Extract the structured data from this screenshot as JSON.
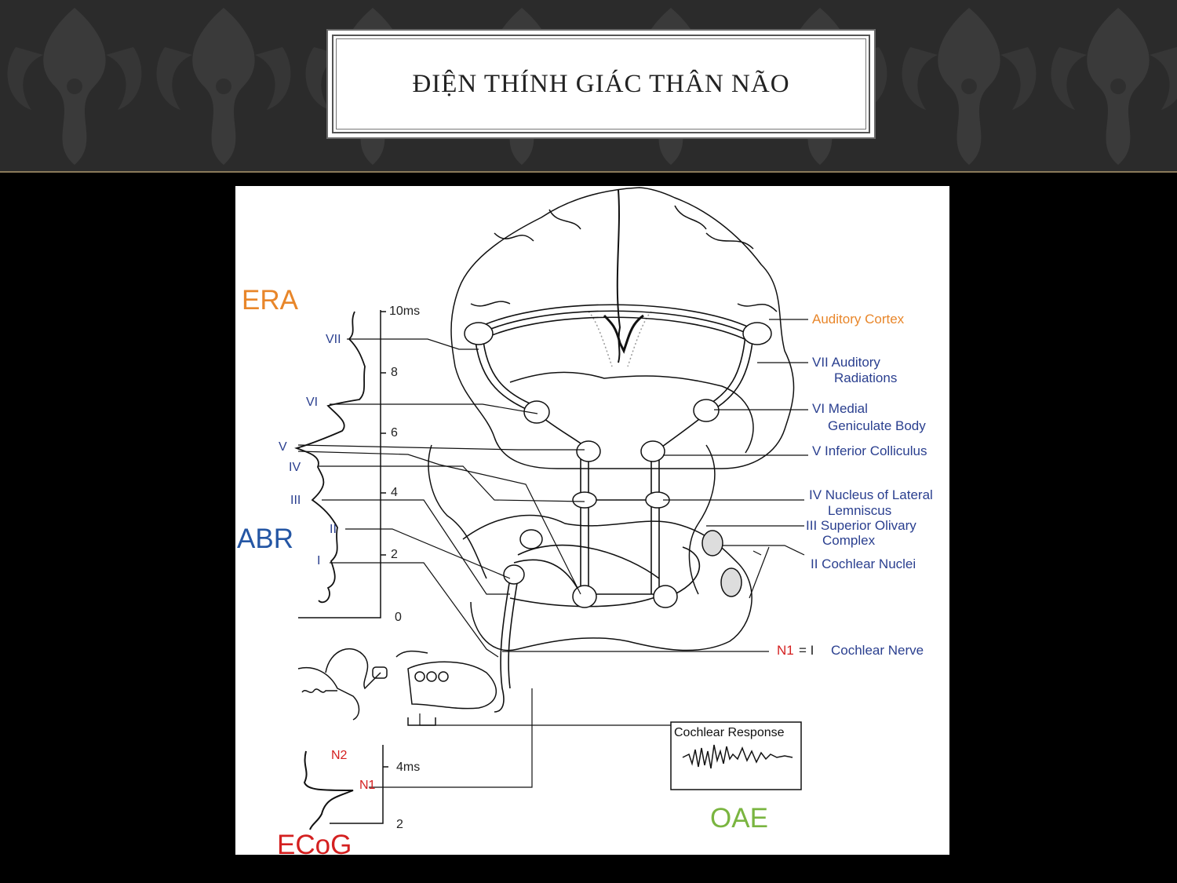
{
  "slide": {
    "title": "ĐIỆN THÍNH GIÁC THÂN NÃO"
  },
  "colors": {
    "era": "#e8862a",
    "abr": "#2456a4",
    "ecog": "#d42020",
    "oae": "#7ab540",
    "blue_label": "#2a3f8f",
    "orange_label": "#e8862a",
    "red_label": "#d42020"
  },
  "figure": {
    "era_label": "ERA",
    "abr_label": "ABR",
    "ecog_label": "ECoG",
    "oae_label": "OAE",
    "waves": [
      "VII",
      "VI",
      "V",
      "IV",
      "III",
      "II",
      "I"
    ],
    "abr_axis_ticks": [
      "10ms",
      "8",
      "6",
      "4",
      "2",
      "0"
    ],
    "ecog_axis_ticks": [
      "4ms",
      "2"
    ],
    "ecog_waves": [
      "N2",
      "N1"
    ],
    "structures": {
      "auditory_cortex": "Auditory Cortex",
      "vii_line1": "VII Auditory",
      "vii_line2": "Radiations",
      "vi_line1": "VI Medial",
      "vi_line2": "Geniculate Body",
      "v": "V Inferior Colliculus",
      "iv_line1": "IV Nucleus of Lateral",
      "iv_line2": "Lemniscus",
      "iii_line1": "III Superior Olivary",
      "iii_line2": "Complex",
      "ii": "II Cochlear Nuclei",
      "n1": "N1",
      "eq": "= I",
      "cochlear_nerve": "Cochlear Nerve"
    },
    "cochlear_response": "Cochlear Response"
  }
}
